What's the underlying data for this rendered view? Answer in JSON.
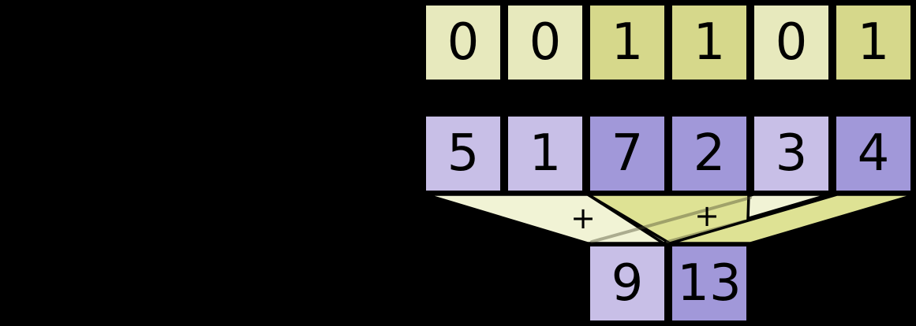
{
  "colors": {
    "background": "#000000",
    "mask_cell_0": "#e7e9bd",
    "mask_cell_1": "#d6d88b",
    "value_cell_0": "#c8bfe7",
    "value_cell_1": "#a198d9",
    "funnel_light": "#f1f3d5",
    "funnel_dark": "#dee294",
    "cross_line": "rgba(75,75,48,0.42)",
    "cell_border": "#000000",
    "digit": "#000000"
  },
  "mask_row": {
    "cells": [
      "0",
      "0",
      "1",
      "1",
      "0",
      "1"
    ]
  },
  "value_row": {
    "cells": [
      "5",
      "1",
      "7",
      "2",
      "3",
      "4"
    ]
  },
  "result_row": {
    "cells": [
      "9",
      "13"
    ],
    "buckets": [
      "0",
      "1"
    ]
  },
  "operator": {
    "symbol": "+"
  }
}
